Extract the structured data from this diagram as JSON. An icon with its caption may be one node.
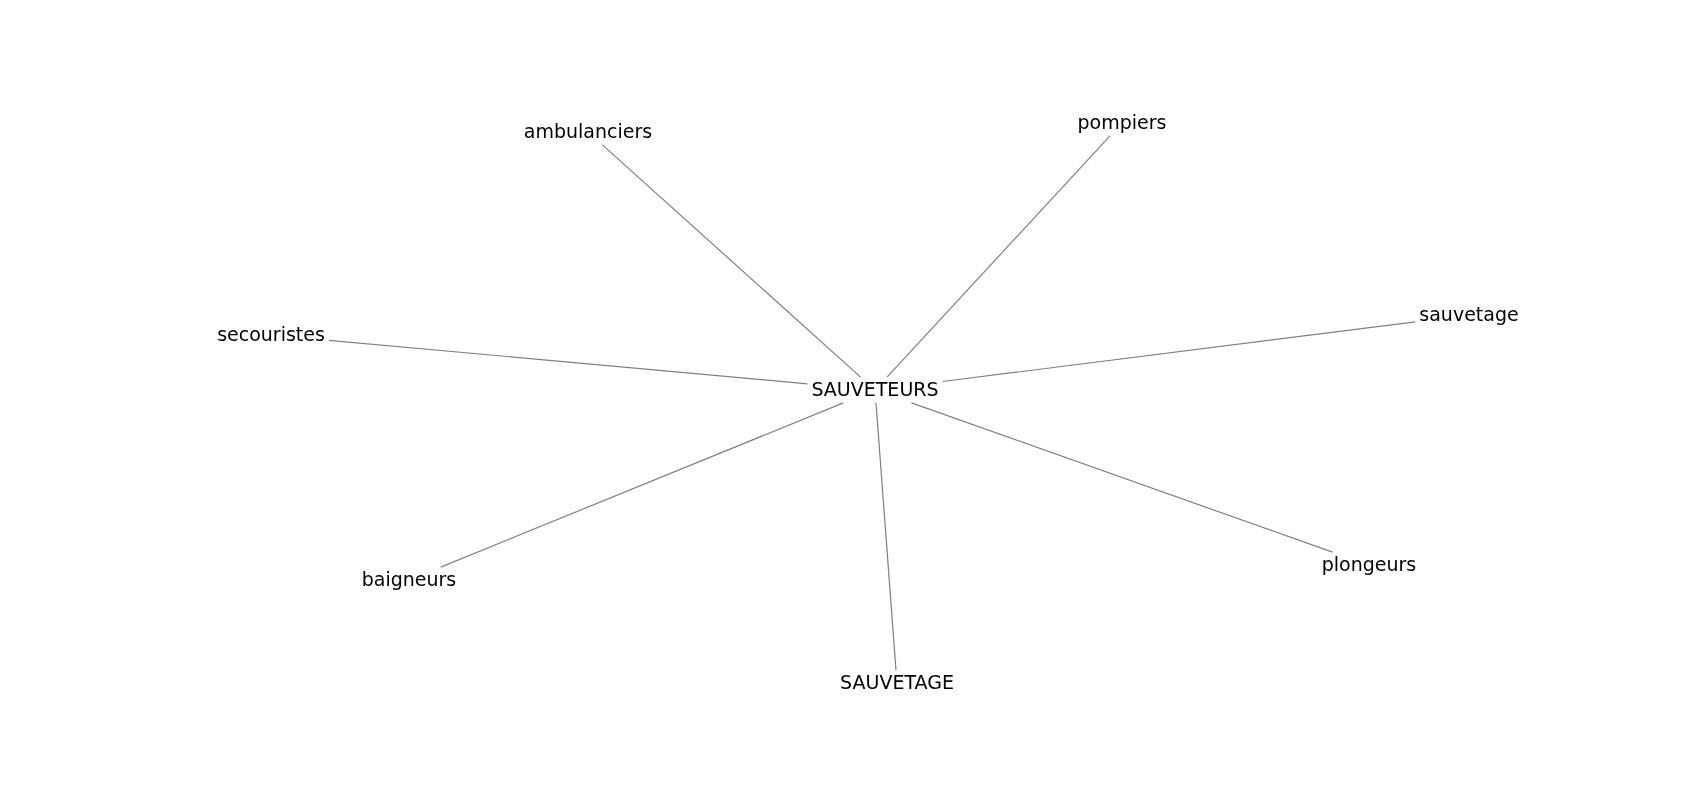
{
  "diagram": {
    "nodes": [
      {
        "text": [
          "ambulanciers"
        ]
      },
      {
        "text": [
          "pompiers"
        ]
      },
      {
        "text": [
          "secouristes"
        ]
      },
      {
        "text": [
          "sauvetage"
        ]
      },
      {
        "text": [
          "SAUVETEURS"
        ]
      },
      {
        "text": [
          "baigneurs"
        ]
      },
      {
        "text": [
          "plongeurs"
        ]
      },
      {
        "text": [
          "SAUVETAGE"
        ]
      }
    ],
    "edges": [
      {
        "from": 4,
        "to": 0,
        "arrow": "none"
      },
      {
        "from": 4,
        "to": 1,
        "arrow": "none"
      },
      {
        "from": 4,
        "to": 2,
        "arrow": "none"
      },
      {
        "from": 4,
        "to": 3,
        "arrow": "none"
      },
      {
        "from": 4,
        "to": 5,
        "arrow": "none"
      },
      {
        "from": 4,
        "to": 6,
        "arrow": "none"
      },
      {
        "from": 4,
        "to": 7,
        "arrow": "none"
      }
    ]
  }
}
